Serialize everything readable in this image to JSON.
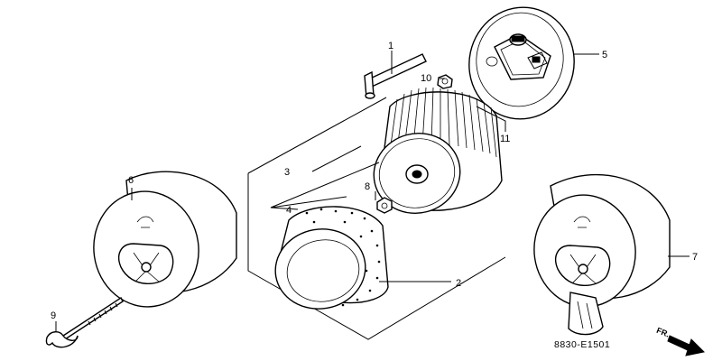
{
  "callouts": [
    {
      "id": "c1",
      "label": "1"
    },
    {
      "id": "c2",
      "label": "2"
    },
    {
      "id": "c3",
      "label": "3"
    },
    {
      "id": "c4",
      "label": "4"
    },
    {
      "id": "c5",
      "label": "5"
    },
    {
      "id": "c6",
      "label": "6"
    },
    {
      "id": "c7",
      "label": "7"
    },
    {
      "id": "c8",
      "label": "8"
    },
    {
      "id": "c9",
      "label": "9"
    },
    {
      "id": "c10",
      "label": "10"
    },
    {
      "id": "c11",
      "label": "11"
    }
  ],
  "direction_label": "FR.",
  "diagram_code": "8830-E1501"
}
